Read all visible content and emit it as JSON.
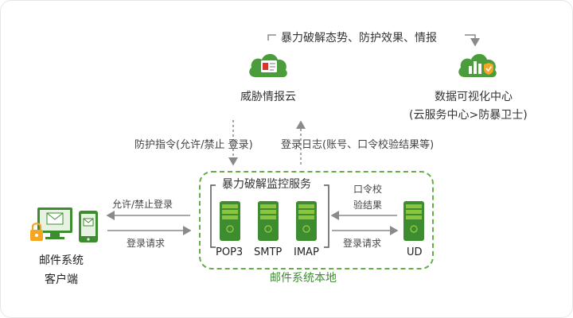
{
  "colors": {
    "accent_green": "#4a9d3a",
    "server_dark": "#3d8c2f",
    "server_light": "#8bc53f",
    "arrow": "#8a8a8a",
    "warning_red": "#d9362b",
    "lock_orange": "#f5a623"
  },
  "top_label": "暴力破解态势、防护效果、情报",
  "threat_intel": {
    "label": "威胁情报云",
    "icon": "cloud-threat-icon"
  },
  "data_viz": {
    "label": "数据可视化中心",
    "sublabel": "(云服务中心>防暴卫士)",
    "icon": "cloud-chart-shield-icon"
  },
  "left_mid_label": "防护指令(允许/禁止 登录)",
  "right_mid_label": "登录日志(账号、口令校验结果等)",
  "group": {
    "title": "暴力破解监控服务",
    "bottom_label": "邮件系统本地",
    "servers": [
      "POP3",
      "SMTP",
      "IMAP"
    ],
    "ud_label": "UD"
  },
  "verify": {
    "line1": "口令校",
    "line2": "验结果"
  },
  "login_request_right": "登录请求",
  "client": {
    "line1": "邮件系统",
    "line2": "客户端",
    "allow_label": "允许/禁止登录",
    "request_label": "登录请求",
    "icon": "mail-client-devices-icon"
  }
}
